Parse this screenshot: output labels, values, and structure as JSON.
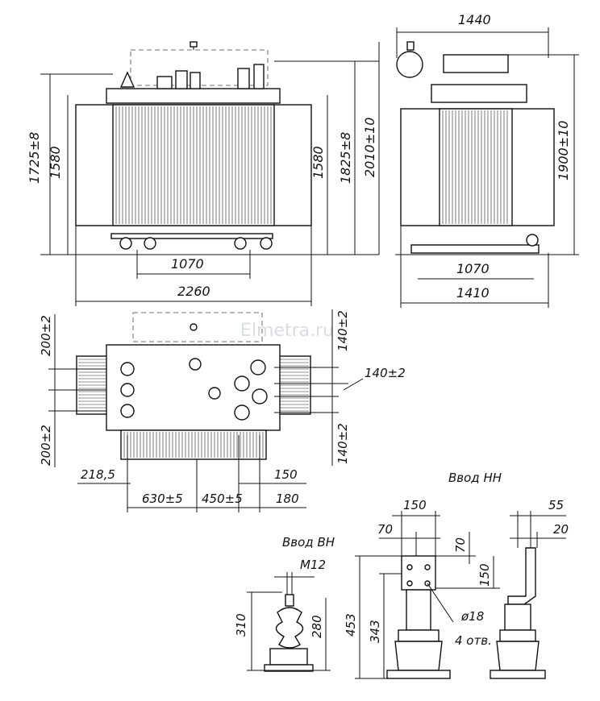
{
  "watermark": "Elmetra.ru",
  "front_view": {
    "width_total": "2260",
    "wheel_gauge": "1070",
    "height_total": "1725±8",
    "height_tank_left": "1580",
    "height_tank_right": "1580",
    "height_with_bushing": "1825±8"
  },
  "side_view": {
    "width_top": "1440",
    "height_total": "2010±10",
    "height_right": "1900±10",
    "wheel_gauge": "1070",
    "width_base": "1410"
  },
  "plan_view": {
    "left_top": "200±2",
    "left_bottom": "200±2",
    "right_top": "140±2",
    "right_mid": "140±2",
    "right_bottom": "140±2",
    "offset_left": "218,5",
    "offset_right_top": "150",
    "dim_630": "630±5",
    "dim_450": "450±5",
    "dim_180": "180"
  },
  "hv_bushing": {
    "title": "Ввод ВН",
    "thread": "M12",
    "height_total": "310",
    "height_part": "280"
  },
  "lv_bushing": {
    "title": "Ввод НН",
    "w150": "150",
    "w70": "70",
    "v70": "70",
    "v150": "150",
    "h453": "453",
    "h343": "343",
    "hole_dia": "ø18",
    "holes": "4 отв.",
    "side_55": "55",
    "side_20": "20"
  }
}
